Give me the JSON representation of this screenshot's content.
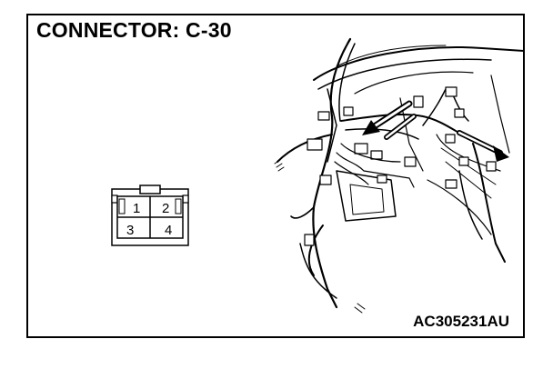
{
  "diagram": {
    "title": "CONNECTOR: C-30",
    "figure_code": "AC305231AU",
    "connector": {
      "pins": [
        "1",
        "2",
        "3",
        "4"
      ]
    }
  }
}
